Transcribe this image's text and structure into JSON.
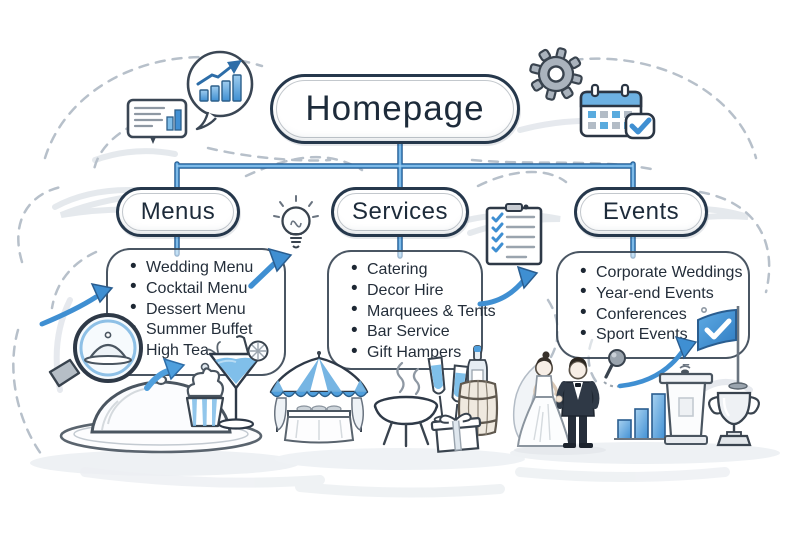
{
  "homepage": {
    "label": "Homepage"
  },
  "branches": [
    {
      "label": "Menus",
      "items": [
        "Wedding Menu",
        "Cocktail Menu",
        "Dessert Menu",
        "Summer Buffet",
        "High Tea"
      ]
    },
    {
      "label": "Services",
      "items": [
        "Catering",
        "Decor Hire",
        "Marquees & Tents",
        "Bar Service",
        "Gift Hampers"
      ]
    },
    {
      "label": "Events",
      "items": [
        "Corporate Weddings",
        "Year-end Events",
        "Conferences",
        "Sport Events"
      ]
    }
  ],
  "colors": {
    "accent_blue": "#3f8fd2",
    "connector_blue": "#4f9fdd",
    "ink_navy": "#26384c",
    "pencil_gray": "#b7c0ca"
  },
  "icons": [
    "bar-chart-speech-bubble-icon",
    "document-icon",
    "gear-icon",
    "calendar-check-icon",
    "lightbulb-icon",
    "checklist-clipboard-icon",
    "magnifier-cloche-icon",
    "growth-arrow-icon",
    "cloche-platter-icon",
    "cupcake-icon",
    "cocktail-icon",
    "marquee-tent-icon",
    "grill-icon",
    "champagne-flutes-icon",
    "wine-barrel-icon",
    "gift-box-icon",
    "wedding-couple-icon",
    "mini-magnifier-icon",
    "bar-chart-icon",
    "podium-icon",
    "flag-check-icon",
    "trophy-icon"
  ]
}
